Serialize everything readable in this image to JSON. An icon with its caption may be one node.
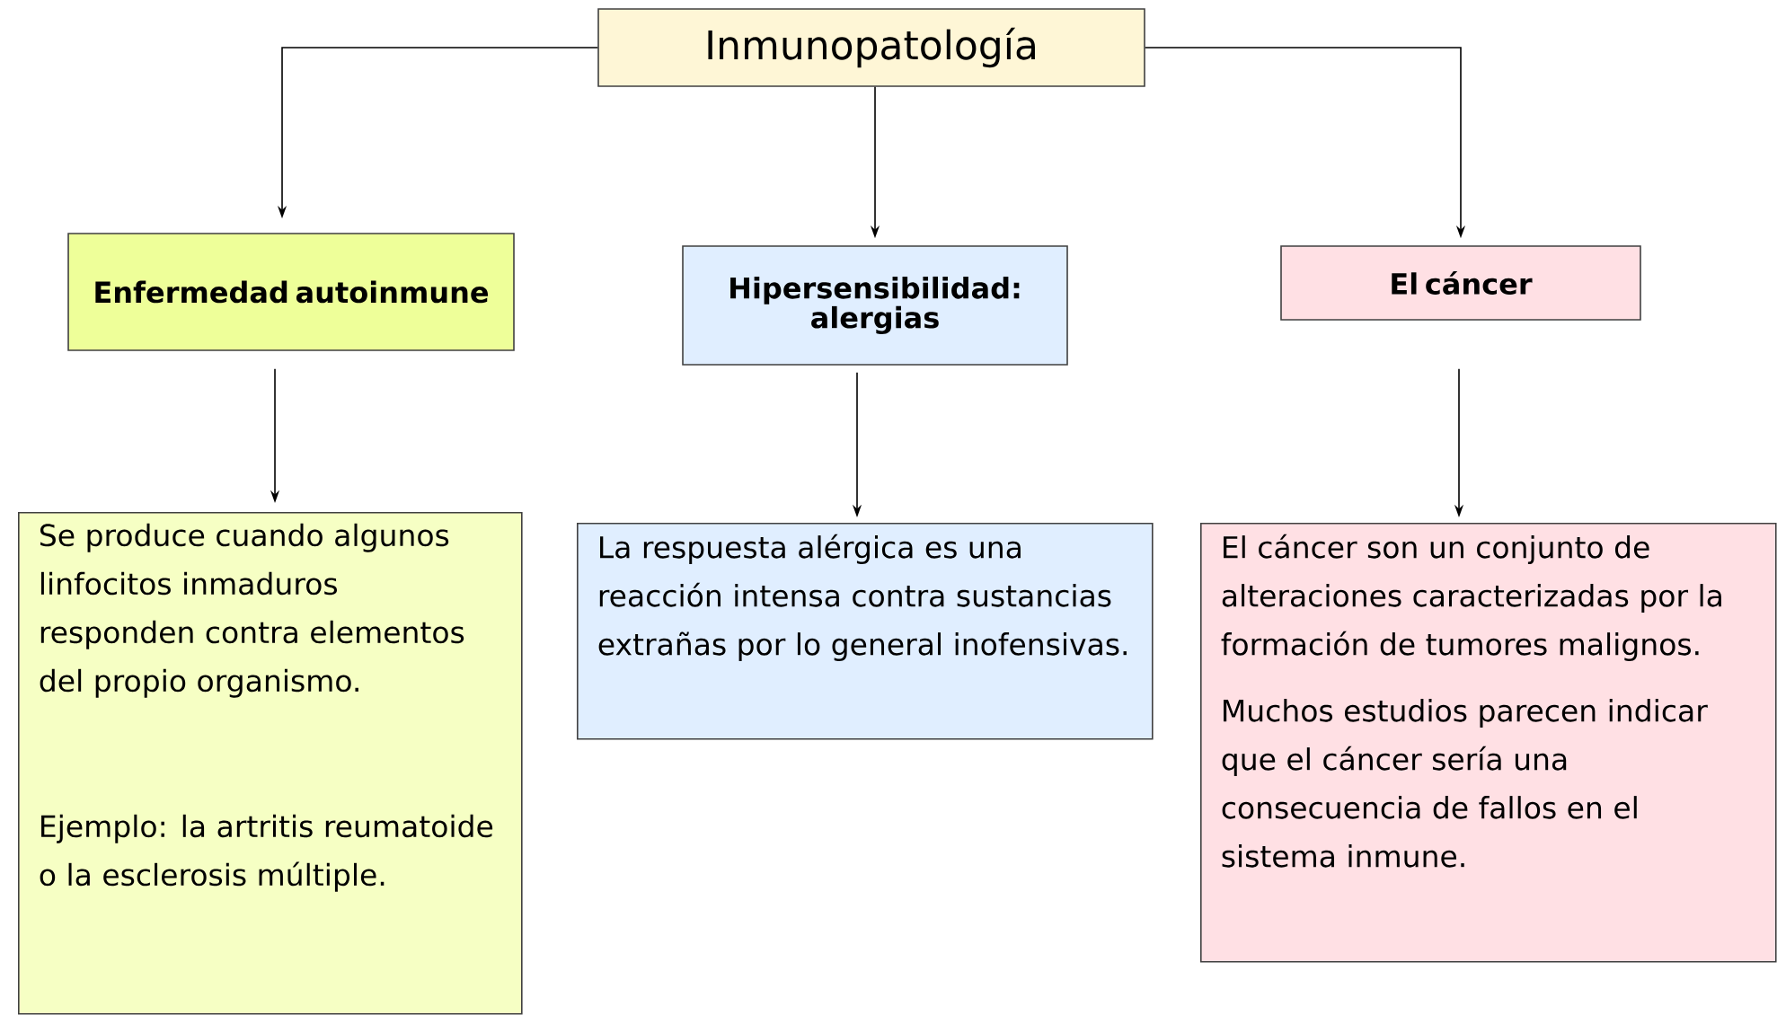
{
  "diagram": {
    "nodes": [
      {
        "text": [
          "Inmunopatología"
        ]
      },
      {
        "text": [
          "Enfermedad autoinmune"
        ]
      },
      {
        "text": [
          "Hipersensibilidad: alergias"
        ]
      },
      {
        "text": [
          "El cáncer"
        ]
      },
      {
        "text": [
          "Se produce cuando algunos linfocitos inmaduros responden contra elementos del propio organismo.",
          "Ejemplo: la artritis reumatoide o la esclerosis múltiple."
        ]
      },
      {
        "text": [
          "La respuesta alérgica es una reacción intensa contra sustancias extrañas por lo general inofensivas."
        ]
      },
      {
        "text": [
          "El cáncer son un conjunto de alteraciones caracterizadas por la formación de tumores malignos.",
          "Muchos estudios parecen indicar que el cáncer sería una consecuencia de fallos en el sistema inmune."
        ]
      }
    ],
    "edges": [
      {
        "from": 0,
        "to": 1,
        "arrow": "to"
      },
      {
        "from": 0,
        "to": 2,
        "arrow": "to"
      },
      {
        "from": 0,
        "to": 3,
        "arrow": "to"
      },
      {
        "from": 1,
        "to": 4,
        "arrow": "to"
      },
      {
        "from": 2,
        "to": 5,
        "arrow": "to"
      },
      {
        "from": 3,
        "to": 6,
        "arrow": "to"
      }
    ]
  }
}
